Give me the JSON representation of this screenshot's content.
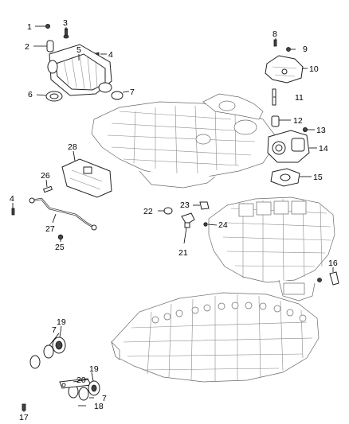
{
  "callouts": [
    {
      "id": "c1",
      "text": "1"
    },
    {
      "id": "c2",
      "text": "2"
    },
    {
      "id": "c3",
      "text": "3"
    },
    {
      "id": "c4a",
      "text": "4"
    },
    {
      "id": "c4b",
      "text": "4"
    },
    {
      "id": "c5",
      "text": "5"
    },
    {
      "id": "c6",
      "text": "6"
    },
    {
      "id": "c7a",
      "text": "7"
    },
    {
      "id": "c7b",
      "text": "7"
    },
    {
      "id": "c7c",
      "text": "7"
    },
    {
      "id": "c8",
      "text": "8"
    },
    {
      "id": "c9",
      "text": "9"
    },
    {
      "id": "c10",
      "text": "10"
    },
    {
      "id": "c11",
      "text": "11"
    },
    {
      "id": "c12",
      "text": "12"
    },
    {
      "id": "c13",
      "text": "13"
    },
    {
      "id": "c14",
      "text": "14"
    },
    {
      "id": "c15",
      "text": "15"
    },
    {
      "id": "c16",
      "text": "16"
    },
    {
      "id": "c17",
      "text": "17"
    },
    {
      "id": "c18",
      "text": "18"
    },
    {
      "id": "c19a",
      "text": "19"
    },
    {
      "id": "c19b",
      "text": "19"
    },
    {
      "id": "c20",
      "text": "20"
    },
    {
      "id": "c21",
      "text": "21"
    },
    {
      "id": "c22",
      "text": "22"
    },
    {
      "id": "c23",
      "text": "23"
    },
    {
      "id": "c24",
      "text": "24"
    },
    {
      "id": "c25",
      "text": "25"
    },
    {
      "id": "c26",
      "text": "26"
    },
    {
      "id": "c27",
      "text": "27"
    },
    {
      "id": "c28",
      "text": "28"
    }
  ]
}
